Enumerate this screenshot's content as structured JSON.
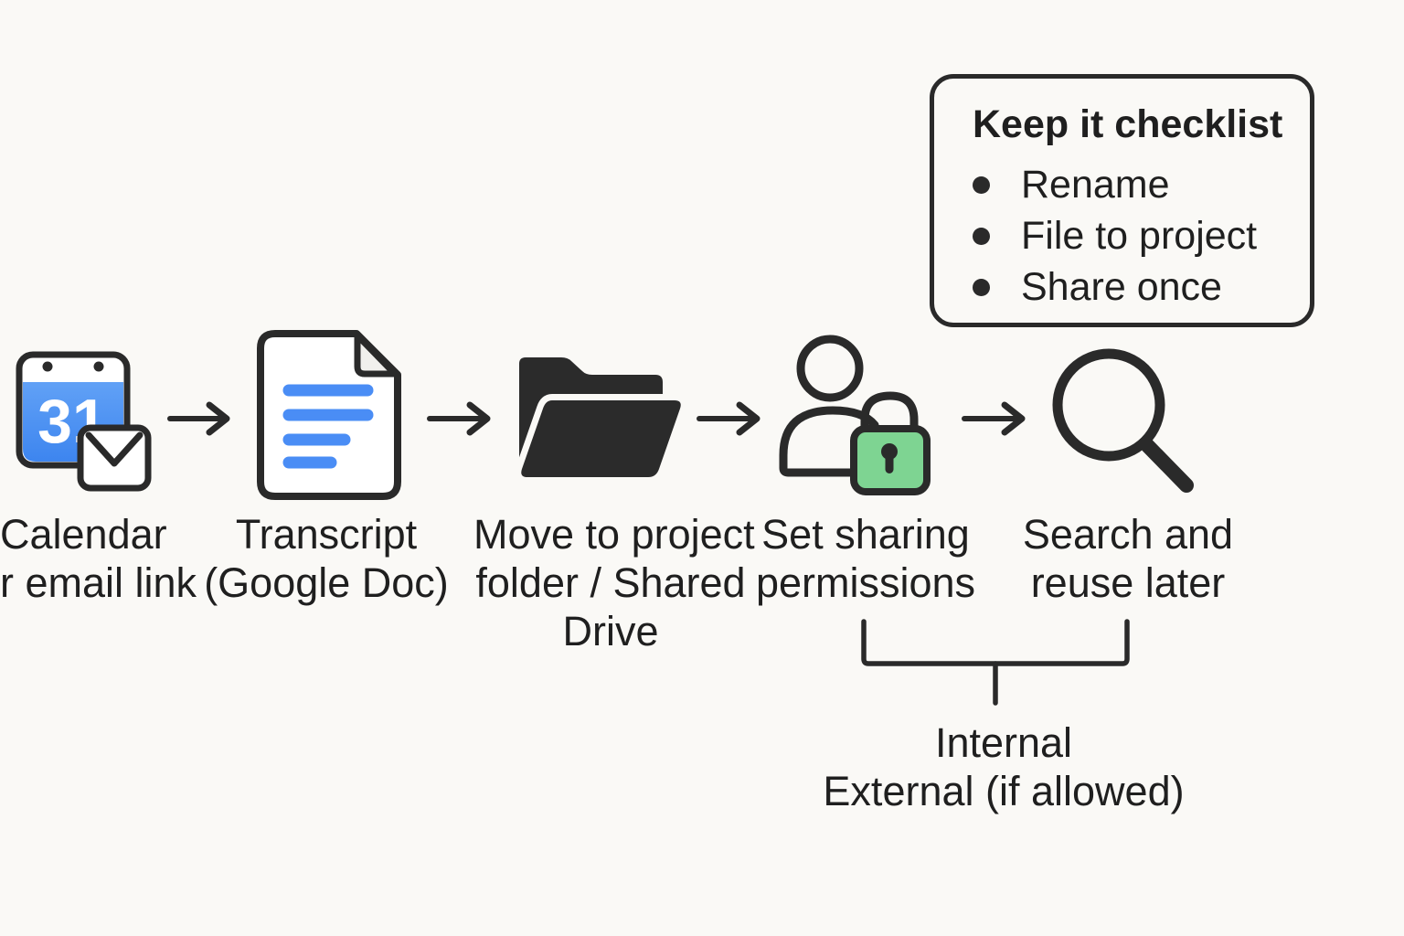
{
  "colors": {
    "background": "#faf9f6",
    "ink": "#2a2a2a",
    "text": "#1f1f1f",
    "google_blue": "#4a8ff3",
    "doc_line_blue": "#4a8df5",
    "lock_green": "#7ed492",
    "white": "#ffffff"
  },
  "flow": {
    "steps": [
      {
        "id": "calendar-email",
        "icon": "calendar-email-icon",
        "calendar_day": "31",
        "label_lines": [
          "Calendar",
          "r email link"
        ]
      },
      {
        "id": "transcript",
        "icon": "google-doc-icon",
        "label_lines": [
          "Transcript",
          "(Google Doc)"
        ]
      },
      {
        "id": "move-to-folder",
        "icon": "folder-icon",
        "label_lines": [
          "Move to project",
          "folder / Shared",
          "Drive"
        ]
      },
      {
        "id": "sharing-permissions",
        "icon": "user-lock-icon",
        "label_lines": [
          "Set sharing",
          "permissions"
        ]
      },
      {
        "id": "search-reuse",
        "icon": "search-icon",
        "label_lines": [
          "Search and",
          "reuse later"
        ]
      }
    ]
  },
  "checklist": {
    "title": "Keep it checklist",
    "items": [
      "Rename",
      "File to project",
      "Share once"
    ]
  },
  "bracket": {
    "label_lines": [
      "Internal",
      "External (if allowed)"
    ]
  }
}
